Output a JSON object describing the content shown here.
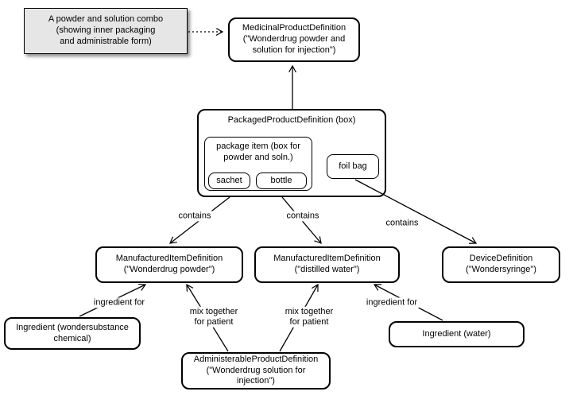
{
  "note": {
    "lines": [
      "A powder and solution combo",
      "(showing inner packaging",
      "and administrable form)"
    ]
  },
  "nodes": {
    "medicinal_product_definition": {
      "lines": [
        "MedicinalProductDefinition",
        "(\"Wonderdrug powder and",
        "solution for injection\")"
      ]
    },
    "packaged_product_definition": {
      "title": "PackagedProductDefinition (box)"
    },
    "package_item": {
      "lines": [
        "package item (box for",
        "powder and soln.)"
      ]
    },
    "sachet": {
      "label": "sachet"
    },
    "bottle": {
      "label": "bottle"
    },
    "foil_bag": {
      "label": "foil bag"
    },
    "manufactured_item_powder": {
      "lines": [
        "ManufacturedItemDefinition",
        "(\"Wonderdrug powder\")"
      ]
    },
    "manufactured_item_water": {
      "lines": [
        "ManufacturedItemDefinition",
        "(\"distilled water\")"
      ]
    },
    "device_definition": {
      "lines": [
        "DeviceDefinition",
        "(\"Wondersyringe\")"
      ]
    },
    "ingredient_chemical": {
      "lines": [
        "Ingredient (wondersubstance",
        "chemical)"
      ]
    },
    "ingredient_water": {
      "label": "Ingredient (water)"
    },
    "administrable_product_definition": {
      "lines": [
        "AdministerableProductDefinition",
        "(\"Wonderdrug solution for",
        "injection\")"
      ]
    }
  },
  "edge_labels": {
    "contains_sachet": "contains",
    "contains_bottle": "contains",
    "contains_foil_bag": "contains",
    "ingredient_for_left": "ingredient for",
    "ingredient_for_right": "ingredient for",
    "mix_left": {
      "lines": [
        "mix together",
        "for patient"
      ]
    },
    "mix_right": {
      "lines": [
        "mix together",
        "for patient"
      ]
    }
  },
  "colors": {
    "note_fill": "#e6e6e6",
    "node_fill": "#ffffff",
    "stroke": "#000000"
  }
}
